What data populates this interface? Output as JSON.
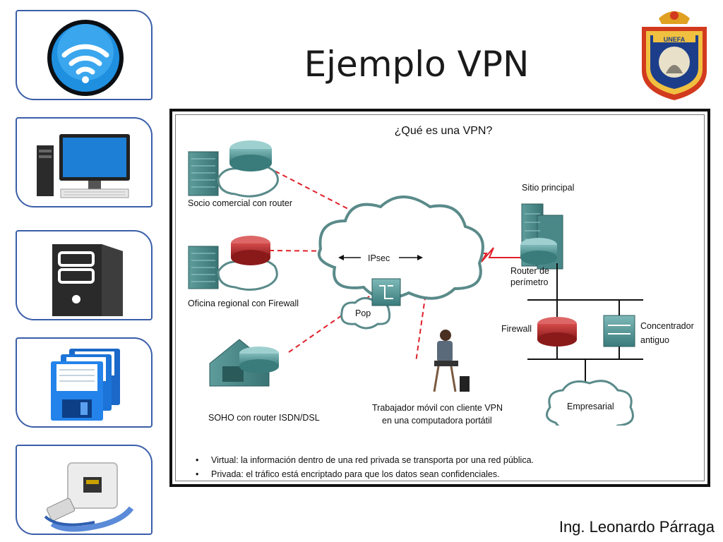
{
  "slide": {
    "title": "Ejemplo VPN",
    "author": "Ing. Leonardo Párraga",
    "logo_text": "UNEFA"
  },
  "sidebar": {
    "items": [
      {
        "icon": "wifi-icon"
      },
      {
        "icon": "desktop-computer-icon"
      },
      {
        "icon": "server-tower-icon"
      },
      {
        "icon": "floppy-disks-icon"
      },
      {
        "icon": "ethernet-port-icon"
      }
    ]
  },
  "diagram": {
    "title": "¿Qué es una VPN?",
    "labels": {
      "business_partner": "Socio comercial con router",
      "regional_office": "Oficina regional con Firewall",
      "soho": "SOHO con router ISDN/DSL",
      "mobile_worker_1": "Trabajador móvil con cliente VPN",
      "mobile_worker_2": "en una computadora portátil",
      "main_site": "Sitio principal",
      "perimeter_router_1": "Router de",
      "perimeter_router_2": "perímetro",
      "firewall": "Firewall",
      "legacy_concentrator_1": "Concentrador",
      "legacy_concentrator_2": "antiguo",
      "enterprise": "Empresarial",
      "ipsec": "IPsec",
      "pop": "Pop"
    },
    "bullets": [
      "Virtual: la información dentro de una red privada se transporta por una red pública.",
      "Privada: el tráfico está encriptado para que los datos sean confidenciales."
    ],
    "colors": {
      "vpn_link": "#e0202a",
      "cloud_edge": "#5a8a8a",
      "device_teal": "#3f8a8a",
      "firewall_red": "#b5202a"
    }
  }
}
